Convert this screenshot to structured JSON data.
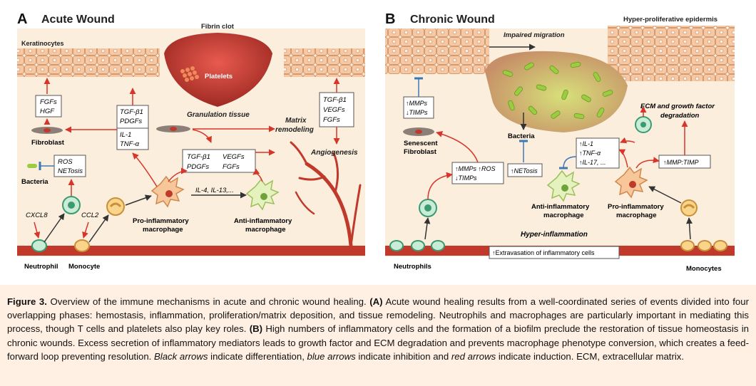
{
  "panel_a": {
    "letter": "A",
    "title": "Acute Wound",
    "keratinocytes": "Keratinocytes",
    "fibrin_clot": "Fibrin clot",
    "platelets": "Platelets",
    "granulation_tissue": "Granulation tissue",
    "matrix_remodeling": [
      "Matrix",
      "remodeling"
    ],
    "angiogenesis": "Angiogenesis",
    "box_fgf_hgf": [
      "FGFs",
      "HGF"
    ],
    "box_tgf_pdgf": [
      "TGF-β1",
      "PDGFs"
    ],
    "box_il1_tnf": [
      "IL-1",
      "TNF-α"
    ],
    "box_tgf_veg": [
      "TGF-β1",
      "PDGFs",
      "VEGFs",
      "FGFs"
    ],
    "box_ros": [
      "ROS",
      "NETosis"
    ],
    "box_right": [
      "TGF-β1",
      "VEGFs",
      "FGFs"
    ],
    "fibroblast": "Fibroblast",
    "bacteria": "Bacteria",
    "cxcl8": "CXCL8",
    "ccl2": "CCL2",
    "il4": "IL-4, IL-13,...",
    "pro_macrophage": [
      "Pro-inflammatory",
      "macrophage"
    ],
    "anti_macrophage": [
      "Anti-inflammatory",
      "macrophage"
    ],
    "neutrophil": "Neutrophil",
    "monocyte": "Monocyte"
  },
  "panel_b": {
    "letter": "B",
    "title": "Chronic Wound",
    "hyper_epidermis": "Hyper-proliferative epidermis",
    "impaired_migration": "Impaired migration",
    "box_mmps": [
      "↑MMPs",
      "↓TIMPs"
    ],
    "senescent": [
      "Senescent",
      "Fibroblast"
    ],
    "bacteria": "Bacteria",
    "box_mmps_ros": [
      "↑MMPs ↑ROS",
      "↓TIMPs"
    ],
    "box_netosis": "↑NETosis",
    "box_il": [
      "↑IL-1",
      "↑TNF-α",
      "↑IL-17, ..."
    ],
    "ecm_degradation": [
      "ECM and growth factor",
      "degradation"
    ],
    "box_mmp_timp": "↑MMP:TIMP",
    "anti_macrophage": [
      "Anti-inflammatory",
      "macrophage"
    ],
    "pro_macrophage": [
      "Pro-inflammatory",
      "macrophage"
    ],
    "hyper_inflammation": "Hyper-inflammation",
    "extravasation": "↑Extravasation of inflammatory cells",
    "neutrophils": "Neutrophils",
    "monocytes": "Monocytes"
  },
  "caption": {
    "figure_label": "Figure 3.",
    "intro": " Overview of the immune mechanisms in acute and chronic wound healing. ",
    "a_label": "(A)",
    "a_text": " Acute wound healing results from a well-coordinated series of events divided into four overlapping phases: hemostasis, inflammation, proliferation/matrix deposition, and tissue remodeling. Neutrophils and macrophages are particularly important in mediating this process, though T cells and platelets also play key roles. ",
    "b_label": "(B)",
    "b_text": " High numbers of inflammatory cells and the formation of a biofilm preclude the restoration of tissue homeostasis in chronic wounds. Excess secretion of inflammatory mediators leads to growth factor and ECM degradation and prevents macrophage phenotype conversion, which creates a feed-forward loop preventing resolution. ",
    "black_arrows": "Black arrows",
    "black_text": " indicate differentiation, ",
    "blue_arrows": "blue arrows",
    "blue_text": " indicate inhibition and ",
    "red_arrows": "red arrows",
    "red_text": " indicate induction. ECM, extracellular matrix."
  },
  "colors": {
    "tissue": "#fbeedd",
    "keratinocyte": "#f6c9a4",
    "keratinocyte_border": "#d49a70",
    "red_arrow": "#d8352a",
    "blue_arrow": "#3c78b4",
    "vessel": "#c0392b",
    "clot": "#c0392b",
    "biofilm": "#c7cf7a",
    "caption_bg": "#fff0e3"
  }
}
